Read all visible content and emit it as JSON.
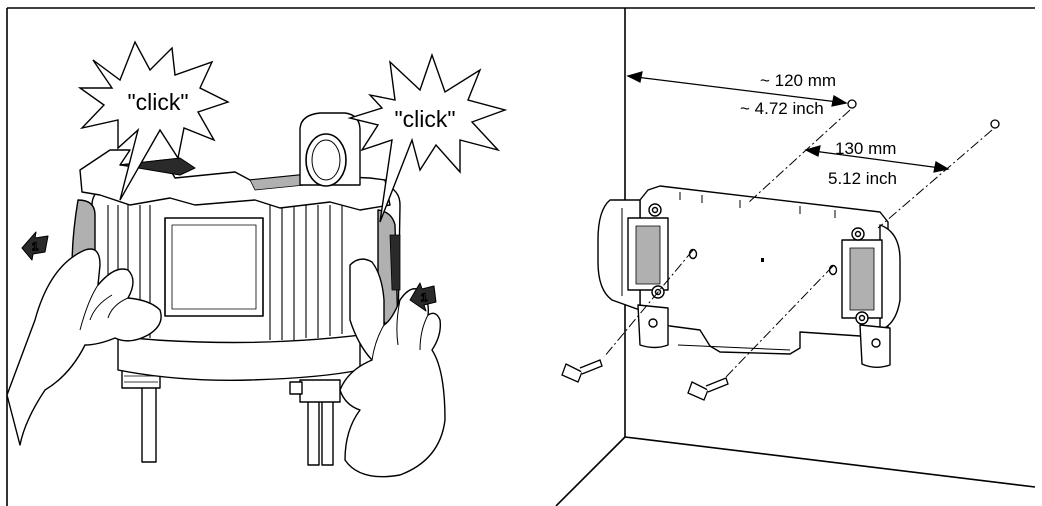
{
  "left_panel": {
    "callout_left": "\"click\"",
    "callout_right": "\"click\"",
    "step_marker_left": "1",
    "step_marker_right": "1"
  },
  "right_panel": {
    "dim_vertical_spacing": {
      "metric": "~ 120 mm",
      "imperial": "~ 4.72 inch"
    },
    "dim_horizontal_spacing": {
      "metric": "130 mm",
      "imperial": "5.12 inch"
    }
  },
  "colors": {
    "line": "#000000",
    "fill": "#ffffff",
    "shade": "#b0b0b0",
    "dark": "#2a2a2a"
  }
}
